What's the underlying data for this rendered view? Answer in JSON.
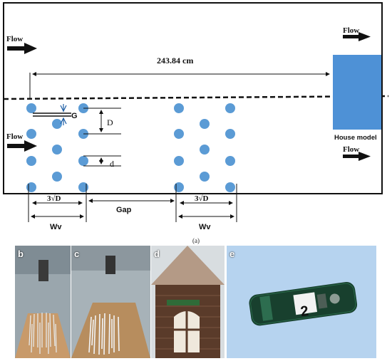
{
  "schematic": {
    "flow_label": "Flow",
    "distance_label": "243.84 cm",
    "house_label": "House model",
    "gap_short": "G",
    "D_label": "D",
    "d_label": "d",
    "row_width_label": "3√D",
    "wv_label": "Wv",
    "gap_label": "Gap",
    "colors": {
      "cylinder": "#5b9bd5",
      "house": "#4e91d6",
      "line": "#111111"
    }
  },
  "caption": "(a)",
  "panels": [
    {
      "letter": "b"
    },
    {
      "letter": "c"
    },
    {
      "letter": "d"
    },
    {
      "letter": "e",
      "tag_text": "2"
    }
  ]
}
